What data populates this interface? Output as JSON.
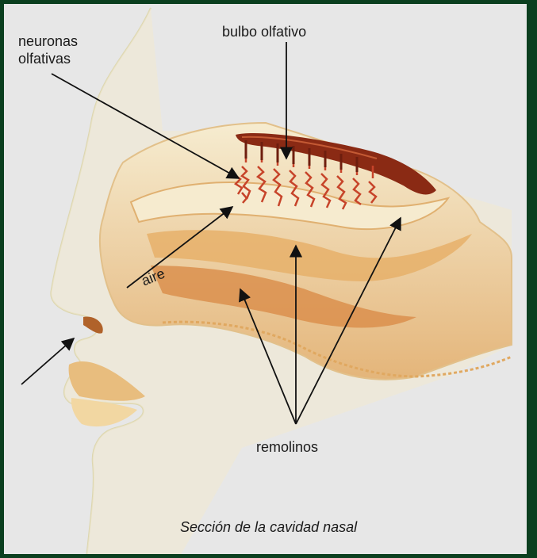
{
  "labels": {
    "neuronas_line1": "neuronas",
    "neuronas_line2": "olfativas",
    "bulbo": "bulbo olfativo",
    "aire": "aire",
    "remolinos": "remolinos"
  },
  "caption": "Sección de la cavidad nasal",
  "colors": {
    "frame": "#0b3f1f",
    "background": "#e7e7e7",
    "tissue": "#f3e7c4",
    "tissue_shade": "#d99a56",
    "bulb": "#8a2a14",
    "neurons": "#c7442a",
    "arrows": "#111111"
  }
}
